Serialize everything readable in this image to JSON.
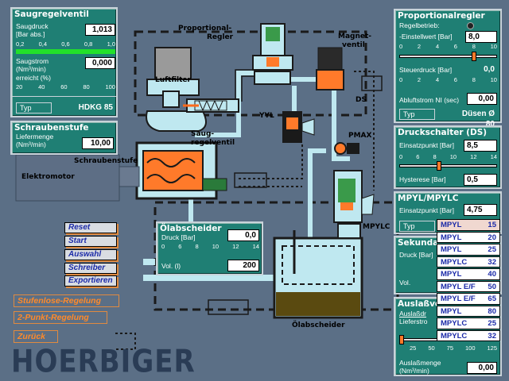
{
  "saug": {
    "title": "Saugregelventil",
    "druck_label": "Saugdruck",
    "druck_unit": "[Bar abs.]",
    "druck_value": "1,013",
    "druck_ticks": [
      "0,2",
      "0,4",
      "0,6",
      "0,8",
      "1,0"
    ],
    "strom_label": "Saugstrom",
    "strom_unit": "(Nm³/min)",
    "strom_value": "0,000",
    "erreicht_label": "erreicht  (%)",
    "erreicht_ticks": [
      "20",
      "40",
      "60",
      "80",
      "100"
    ],
    "typ_label": "Typ",
    "typ_value": "HDKG   85"
  },
  "schraube": {
    "title": "Schraubenstufe",
    "liefer_label": "Liefermenge",
    "liefer_unit": "(Nm³/min)",
    "liefer_value": "10,00"
  },
  "diagram": {
    "proportional": "Proportional-",
    "regler": "Regler",
    "magnet": "Magnet-",
    "ventil": "ventil",
    "luftfilter": "Luftfilter",
    "saug": "Saug-",
    "regelventil": "regelventil",
    "yyl": "YYL",
    "ds": "DS",
    "pmax": "PMAX",
    "schraubenstufe": "Schraubenstufe",
    "elektromotor": "Elektromotor",
    "mpylc": "MPYLC",
    "olabscheider": "Ölabscheider"
  },
  "ol": {
    "title": "Ölabscheider",
    "druck_label": "Druck [Bar]",
    "druck_value": "0,0",
    "ticks": [
      "0",
      "6",
      "8",
      "10",
      "12",
      "14"
    ],
    "vol_label": "Vol.    (l)",
    "vol_value": "200"
  },
  "menu": {
    "reset": "Reset",
    "start": "Start",
    "auswahl": "Auswahl",
    "schreiber": "Schreiber",
    "exportieren": "Exportieren",
    "stufenlos": "Stufenlose-Regelung",
    "zweipunkt": "2-Punkt-Regelung",
    "zurueck": "Zurück"
  },
  "logo": "HOERBIGER",
  "prop": {
    "title": "Proportionalregler",
    "regelbetrieb": "Regelbetrieb:",
    "einstell_label": "-Einstellwert [Bar]",
    "einstell_value": "8,0",
    "ticks1": [
      "0",
      "2",
      "4",
      "6",
      "8",
      "10"
    ],
    "steuer_label": "Steuerdruck [Bar]",
    "steuer_value": "0,0",
    "ticks2": [
      "0",
      "2",
      "4",
      "6",
      "8",
      "10"
    ],
    "abluft_label": "Abluftstrom NI (sec)",
    "abluft_value": "0,00",
    "typ_label": "Typ",
    "typ_value": "Düsen Ø 80"
  },
  "druckschalter": {
    "title": "Druckschalter (DS)",
    "einsatz_label": "Einsatzpunkt [Bar]",
    "einsatz_value": "8,5",
    "ticks": [
      "0",
      "6",
      "8",
      "10",
      "12",
      "14"
    ],
    "hysterese_label": "Hysterese  [Bar]",
    "hysterese_value": "0,5"
  },
  "mpyl": {
    "title": "MPYL/MPYLC",
    "einsatz_label": "Einsatzpunkt [Bar]",
    "einsatz_value": "4,75",
    "typ_label": "Typ"
  },
  "sekundar": {
    "title": "Sekundar",
    "druck_label": "Druck [Bar]",
    "vol_label": "Vol."
  },
  "auslass": {
    "title": "Auslaßve",
    "l1": "Auslaßdr",
    "l2": "Lieferstro",
    "ticks": [
      "25",
      "50",
      "75",
      "100",
      "125"
    ],
    "menge_label": "Auslaßmenge",
    "menge_unit": "(Nm³/min)",
    "menge_value": "0,00"
  },
  "dropdown": [
    {
      "name": "MPYL",
      "size": "15"
    },
    {
      "name": "MPYL",
      "size": "20"
    },
    {
      "name": "MPYL",
      "size": "25"
    },
    {
      "name": "MPYLC",
      "size": "32"
    },
    {
      "name": "MPYL",
      "size": "40"
    },
    {
      "name": "MPYL E/F",
      "size": "50"
    },
    {
      "name": "MPYL E/F",
      "size": "65"
    },
    {
      "name": "MPYL",
      "size": "80"
    },
    {
      "name": "MPYLC",
      "size": "25"
    },
    {
      "name": "MPYLC",
      "size": "32"
    }
  ],
  "colors": {
    "panel": "#1f7f74",
    "background": "#5b6f86",
    "orange": "#ff8a2a",
    "pipe": "#bfe8f0"
  }
}
